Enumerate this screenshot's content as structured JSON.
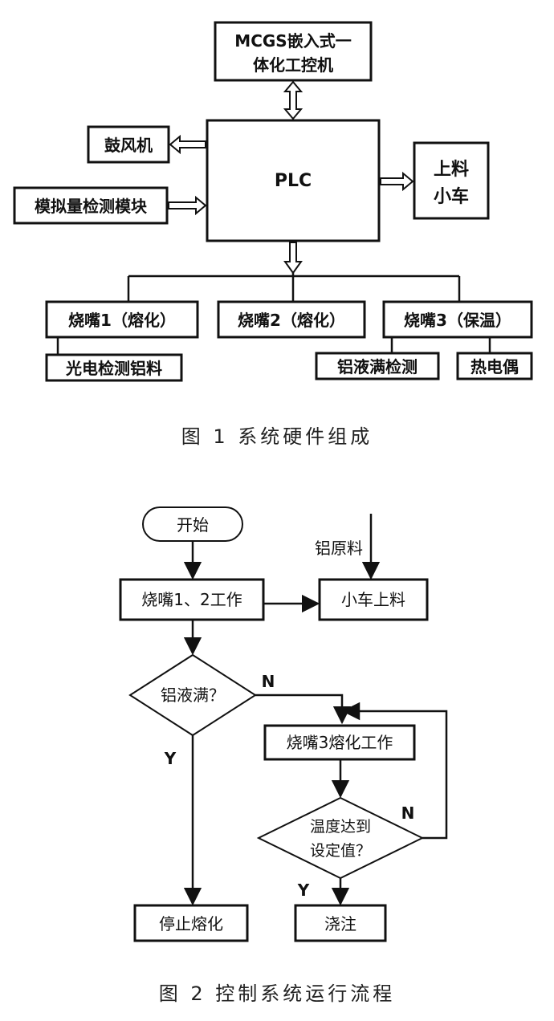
{
  "fig1": {
    "controller": "MCGS嵌入式一",
    "controller_line2": "体化工控机",
    "plc": "PLC",
    "blower": "鼓风机",
    "analog_module": "模拟量检测模块",
    "cart": "上料",
    "cart_line2": "小车",
    "burner1": "烧嘴1（熔化）",
    "burner2": "烧嘴2（熔化）",
    "burner3": "烧嘴3（保温）",
    "photo_detect": "光电检测铝料",
    "liquid_full_detect": "铝液满检测",
    "thermocouple": "热电偶",
    "caption": "图 1   系统硬件组成"
  },
  "fig2": {
    "start": "开始",
    "raw_material": "铝原料",
    "burner12_work": "烧嘴1、2工作",
    "cart_feed": "小车上料",
    "liquid_full": "铝液满？",
    "n1": "N",
    "y1": "Y",
    "burner3_work": "烧嘴3熔化工作",
    "temp_reached": "温度达到",
    "temp_reached_line2": "设定值？",
    "n2": "N",
    "y2": "Y",
    "stop": "停止熔化",
    "pour": "浇注",
    "caption": "图 2   控制系统运行流程"
  }
}
